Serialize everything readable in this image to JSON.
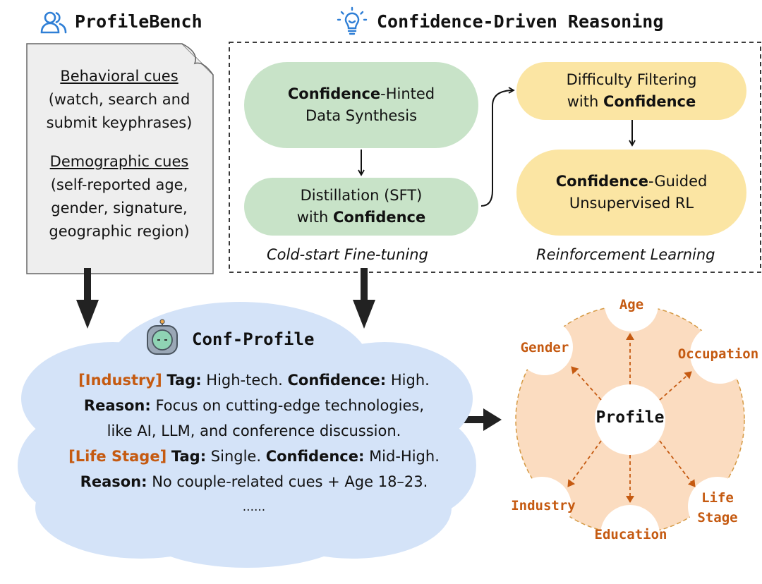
{
  "left_header": {
    "title": "ProfileBench",
    "icon": "users-icon"
  },
  "right_header": {
    "title": "Confidence-Driven Reasoning",
    "icon": "lightbulb-icon"
  },
  "document": {
    "behavioral_title": "Behavioral cues",
    "behavioral_lines": [
      "(watch, search and",
      "submit keyphrases)"
    ],
    "demographic_title": "Demographic cues",
    "demographic_lines": [
      "(self-reported age,",
      "gender, signature,",
      "geographic region)"
    ]
  },
  "pipeline": {
    "box1": {
      "bold": "Confidence",
      "rest": "-Hinted",
      "line2": "Data Synthesis"
    },
    "box2": {
      "line1": "Distillation (SFT)",
      "prefix": "with ",
      "bold": "Confidence"
    },
    "box3": {
      "line1": "Difficulty Filtering",
      "prefix": "with ",
      "bold": "Confidence"
    },
    "box4": {
      "bold": "Confidence",
      "rest": "-Guided",
      "line2": "Unsupervised RL"
    },
    "caption_left": "Cold-start Fine-tuning",
    "caption_right": "Reinforcement Learning"
  },
  "conf_profile": {
    "title": "Conf-Profile",
    "icon": "robot-icon",
    "line1": {
      "tag_label": "[Industry]",
      "k1": "Tag:",
      "v1": "High-tech.",
      "k2": "Confidence:",
      "v2": "High."
    },
    "line2": {
      "k": "Reason:",
      "v": "Focus on cutting-edge technologies,"
    },
    "line3": "like AI, LLM, and conference discussion.",
    "line4": {
      "tag_label": "[Life Stage]",
      "k1": "Tag:",
      "v1": "Single.",
      "k2": "Confidence:",
      "v2": "Mid-High."
    },
    "line5": {
      "k": "Reason:",
      "v": "No couple-related cues + Age 18–23."
    },
    "ellipsis": "......"
  },
  "profile_graph": {
    "center": "Profile",
    "nodes": [
      "Age",
      "Gender",
      "Occupation",
      "Industry",
      "Education",
      "Life",
      "Stage"
    ]
  },
  "colors": {
    "green": "#c8e3c8",
    "yellow": "#fbe5a3",
    "cloud": "#d4e3f8",
    "orange_text": "#c55a11",
    "peach": "#fbdcc0",
    "doc_bg": "#eeeeee",
    "header_icon": "#2f7fd6"
  }
}
